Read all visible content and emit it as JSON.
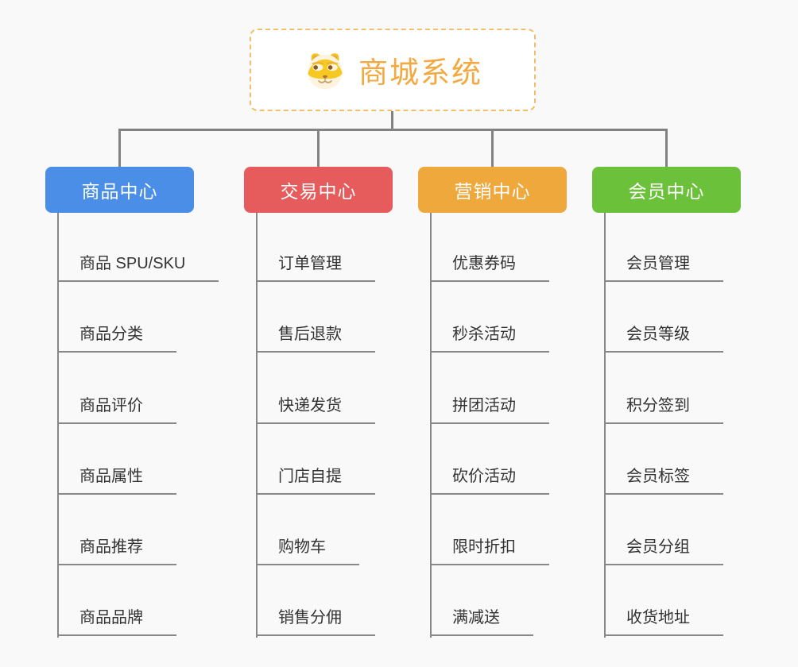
{
  "root": {
    "title": "商城系统",
    "icon": "dog-face-icon"
  },
  "branches": [
    {
      "label": "商品中心",
      "color": "#4a8ee8",
      "items": [
        "商品 SPU/SKU",
        "商品分类",
        "商品评价",
        "商品属性",
        "商品推荐",
        "商品品牌"
      ]
    },
    {
      "label": "交易中心",
      "color": "#e65c5c",
      "items": [
        "订单管理",
        "售后退款",
        "快递发货",
        "门店自提",
        "购物车",
        "销售分佣"
      ]
    },
    {
      "label": "营销中心",
      "color": "#eea83c",
      "items": [
        "优惠券码",
        "秒杀活动",
        "拼团活动",
        "砍价活动",
        "限时折扣",
        "满减送"
      ]
    },
    {
      "label": "会员中心",
      "color": "#6cc13a",
      "items": [
        "会员管理",
        "会员等级",
        "积分签到",
        "会员标签",
        "会员分组",
        "收货地址"
      ]
    }
  ],
  "colors": {
    "background": "#f9f9f9",
    "connector": "#828282",
    "leaf_text": "#333333",
    "root_text": "#f2a93f",
    "root_border": "#f2be6b"
  }
}
